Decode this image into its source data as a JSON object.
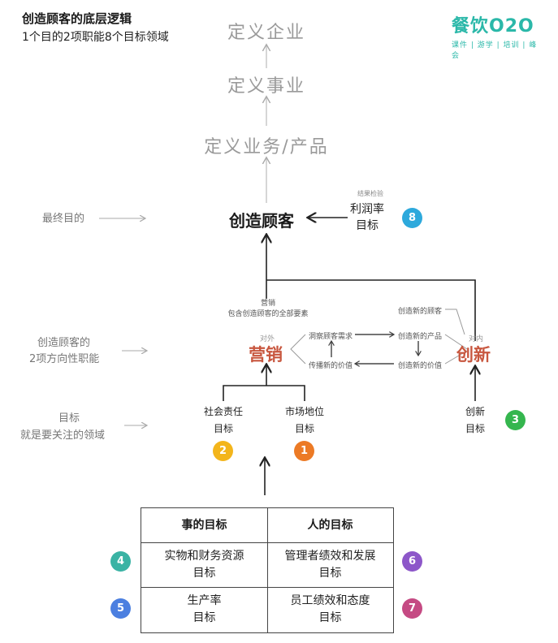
{
  "header": {
    "title": "创造顾客的底层逻辑",
    "subtitle": "1个目的2项职能8个目标领域"
  },
  "logo": {
    "main": "餐饮O2O",
    "sub": "课件 | 游学 | 培训 | 峰会"
  },
  "layers": {
    "enterprise": "定义企业",
    "business": "定义事业",
    "product": "定义业务/产品"
  },
  "side_labels": {
    "final_goal": "最终目的",
    "functions_line1": "创造顾客的",
    "functions_line2": "2项方向性职能",
    "targets_line1": "目标",
    "targets_line2": "就是要关注的领域"
  },
  "center": {
    "goal": "创造顾客",
    "profit_caption": "结果检验",
    "profit_line1": "利润率",
    "profit_line2": "目标",
    "profit_badge": "8"
  },
  "functions": {
    "marketing": "营销",
    "marketing_note_line1": "营销",
    "marketing_note_line2": "包含创造顾客的全部要素",
    "marketing_tag": "对外",
    "innovation": "创新",
    "innovation_tag": "对内",
    "flow_insight": "洞察顾客需求",
    "flow_product": "创造新的产品",
    "flow_customer": "创造新的顾客",
    "flow_spread": "传播新的价值",
    "flow_value": "创造新的价值"
  },
  "targets": {
    "social_line1": "社会责任",
    "social_line2": "目标",
    "social_badge": "2",
    "market_line1": "市场地位",
    "market_line2": "目标",
    "market_badge": "1",
    "innovation_line1": "创新",
    "innovation_line2": "目标",
    "innovation_badge": "3"
  },
  "table": {
    "header_things": "事的目标",
    "header_people": "人的目标",
    "r1c1_line1": "实物和财务资源",
    "r1c1_line2": "目标",
    "r1c2_line1": "管理者绩效和发展",
    "r1c2_line2": "目标",
    "r2c1_line1": "生产率",
    "r2c1_line2": "目标",
    "r2c2_line1": "员工绩效和态度",
    "r2c2_line2": "目标",
    "badge_4": "4",
    "badge_5": "5",
    "badge_6": "6",
    "badge_7": "7"
  },
  "colors": {
    "badge_1": "#ec7a25",
    "badge_2": "#f3b51b",
    "badge_3": "#35b64e",
    "badge_4": "#3ab3a4",
    "badge_5": "#4b7fe0",
    "badge_6": "#8d57c9",
    "badge_7": "#c54a83",
    "badge_8": "#2da9dc",
    "accent_red": "#c8573f",
    "logo_teal": "#2bb8a9"
  }
}
